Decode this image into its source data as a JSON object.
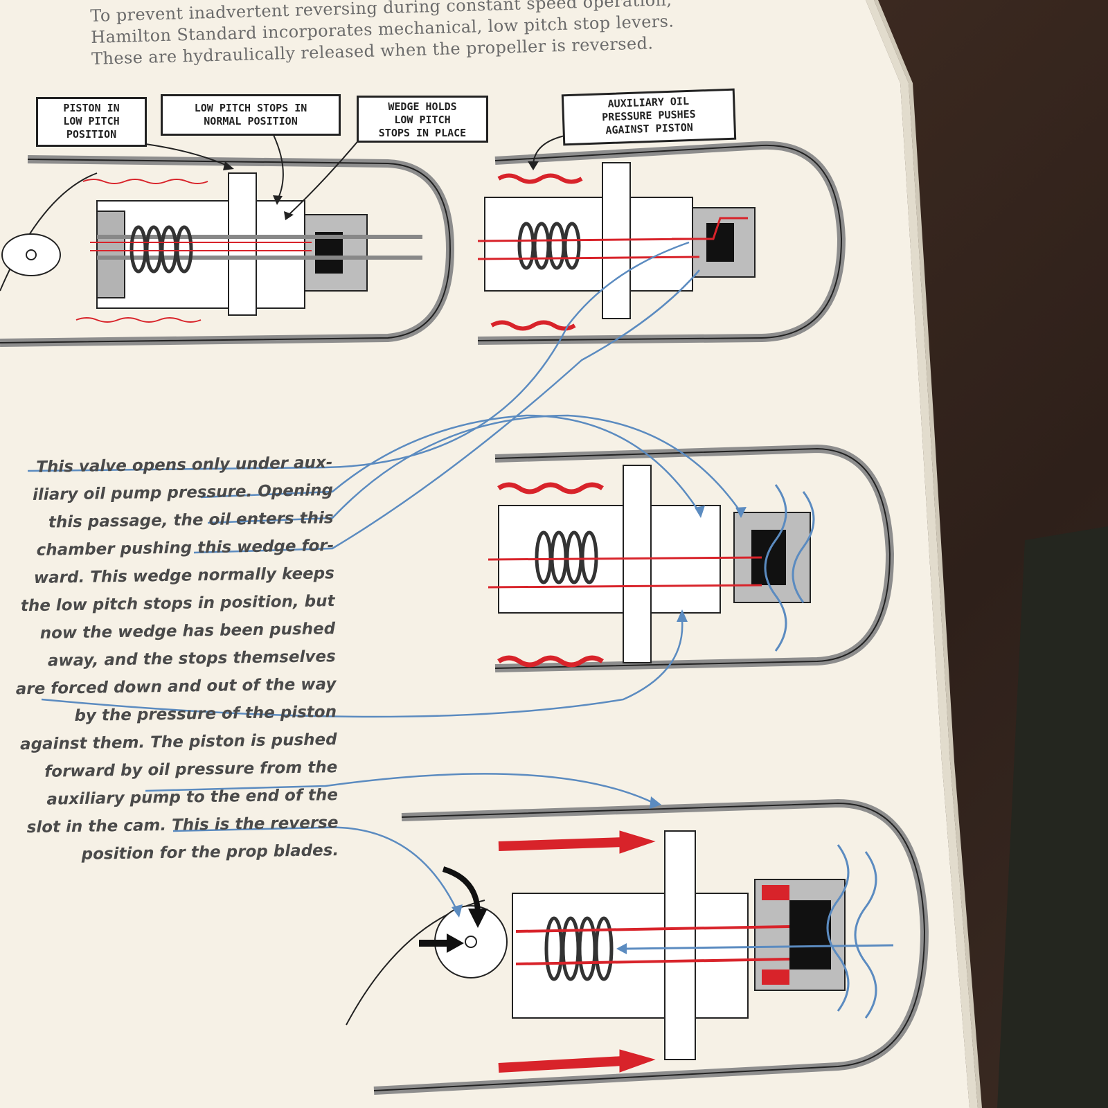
{
  "intro": {
    "lines": [
      "To prevent inadvertent reversing during constant speed operation,",
      "Hamilton Standard incorporates mechanical, low pitch stop levers.",
      "These are hydraulically released when the propeller is reversed."
    ]
  },
  "callouts": {
    "piston": [
      "PISTON IN",
      "LOW PITCH",
      "POSITION"
    ],
    "stops": [
      "LOW PITCH STOPS IN",
      "NORMAL POSITION"
    ],
    "wedge": [
      "WEDGE HOLDS",
      "LOW PITCH",
      "STOPS IN PLACE"
    ],
    "aux": [
      "AUXILIARY OIL",
      "PRESSURE PUSHES",
      "AGAINST PISTON"
    ]
  },
  "body": {
    "lines": [
      "This valve opens only under aux-",
      "iliary oil pump pressure. Opening",
      "this passage, the oil enters this",
      "chamber pushing this wedge for-",
      "ward. This wedge normally keeps",
      "the low pitch stops in position, but",
      "now the wedge has been pushed",
      "away, and the stops themselves",
      "are forced down and out of the way",
      "by the pressure of the piston",
      "against them. The piston is pushed",
      "forward by oil pressure from the",
      "auxiliary pump to the end of the",
      "slot in the cam. This is the reverse",
      "position for the prop blades."
    ]
  },
  "colors": {
    "oil_red": "#d8232a",
    "leader_blue": "#5b8bc0",
    "steel_gray": "#9a9a9a",
    "ink": "#222222",
    "paper": "#f6f1e6"
  }
}
